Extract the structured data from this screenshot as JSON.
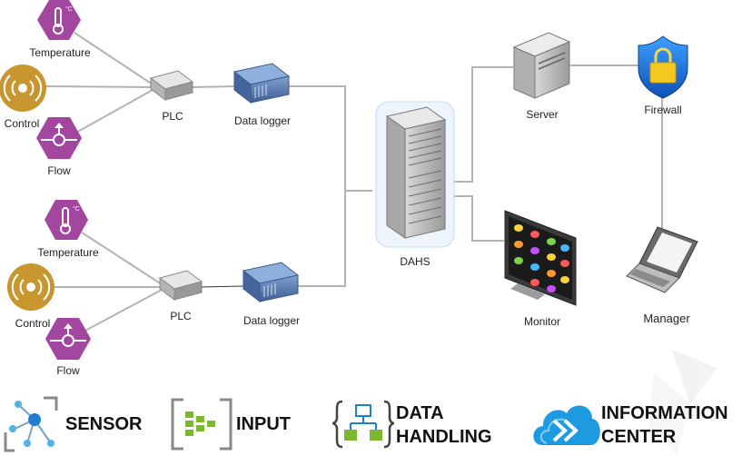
{
  "nodes": {
    "group1": {
      "temperature": "Temperature",
      "control": "Control",
      "flow": "Flow",
      "plc": "PLC",
      "data_logger": "Data logger"
    },
    "group2": {
      "temperature": "Temperature",
      "control": "Control",
      "flow": "Flow",
      "plc": "PLC",
      "data_logger": "Data logger"
    },
    "dahs": "DAHS",
    "server": "Server",
    "firewall": "Firewall",
    "monitor": "Monitor",
    "manager": "Manager",
    "temp_unit": "°C"
  },
  "legend": {
    "sensor": "SENSOR",
    "input": "INPUT",
    "data_handling_line1": "DATA",
    "data_handling_line2": "HANDLING",
    "information_center_line1": "INFORMATION",
    "information_center_line2": "CENTER"
  },
  "colors": {
    "sensor_purple": "#a2469f",
    "control_gold": "#c8962e",
    "connector_gray": "#b3b3b3",
    "device_blue": "#5a7fb5",
    "legend_green": "#7cb82f",
    "legend_blue": "#1f7ed0",
    "cloud_blue": "#1e9be0"
  },
  "icons": {
    "temperature": "thermometer-icon",
    "control": "broadcast-icon",
    "flow": "flow-valve-icon",
    "plc": "plc-device-icon",
    "data_logger": "data-logger-icon",
    "dahs": "server-rack-icon",
    "server": "server-tower-icon",
    "firewall": "shield-lock-icon",
    "monitor": "video-wall-icon",
    "manager": "laptop-icon",
    "sensor": "sensor-network-icon",
    "input": "input-bracket-icon",
    "data_handling": "hierarchy-icon",
    "information_center": "cloud-forward-icon"
  }
}
